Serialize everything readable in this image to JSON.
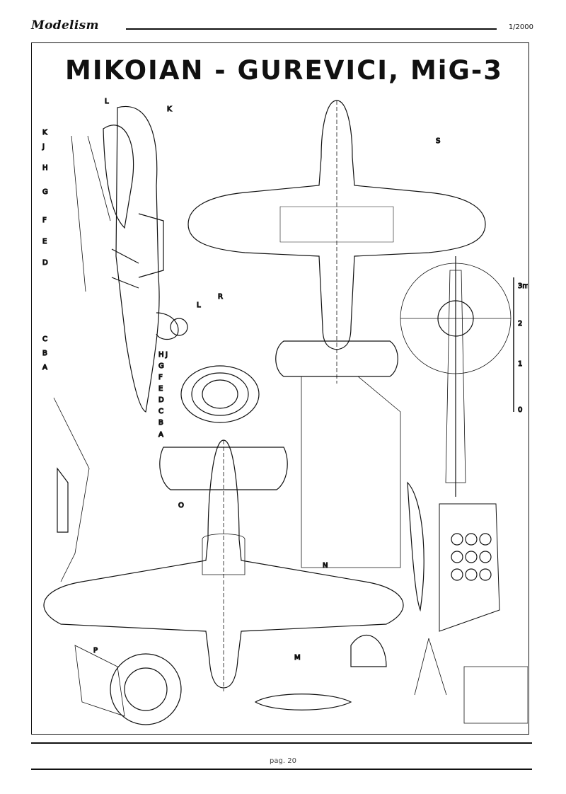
{
  "header": {
    "brand": "Modelism",
    "issue": "1/2000"
  },
  "title": "MIKOIAN - GUREVICI, MiG-3",
  "section_letters_side": [
    "A",
    "B",
    "C",
    "D",
    "E",
    "F",
    "G",
    "H",
    "J",
    "K",
    "L"
  ],
  "section_letters_front": [
    "A",
    "B",
    "C",
    "D",
    "E",
    "F",
    "G",
    "H",
    "J"
  ],
  "view_labels": [
    "K",
    "L",
    "R",
    "S",
    "O",
    "N",
    "M",
    "P"
  ],
  "scale": {
    "ticks": [
      "0",
      "1",
      "2",
      "3m"
    ]
  },
  "footer": {
    "page": "pag. 20"
  }
}
